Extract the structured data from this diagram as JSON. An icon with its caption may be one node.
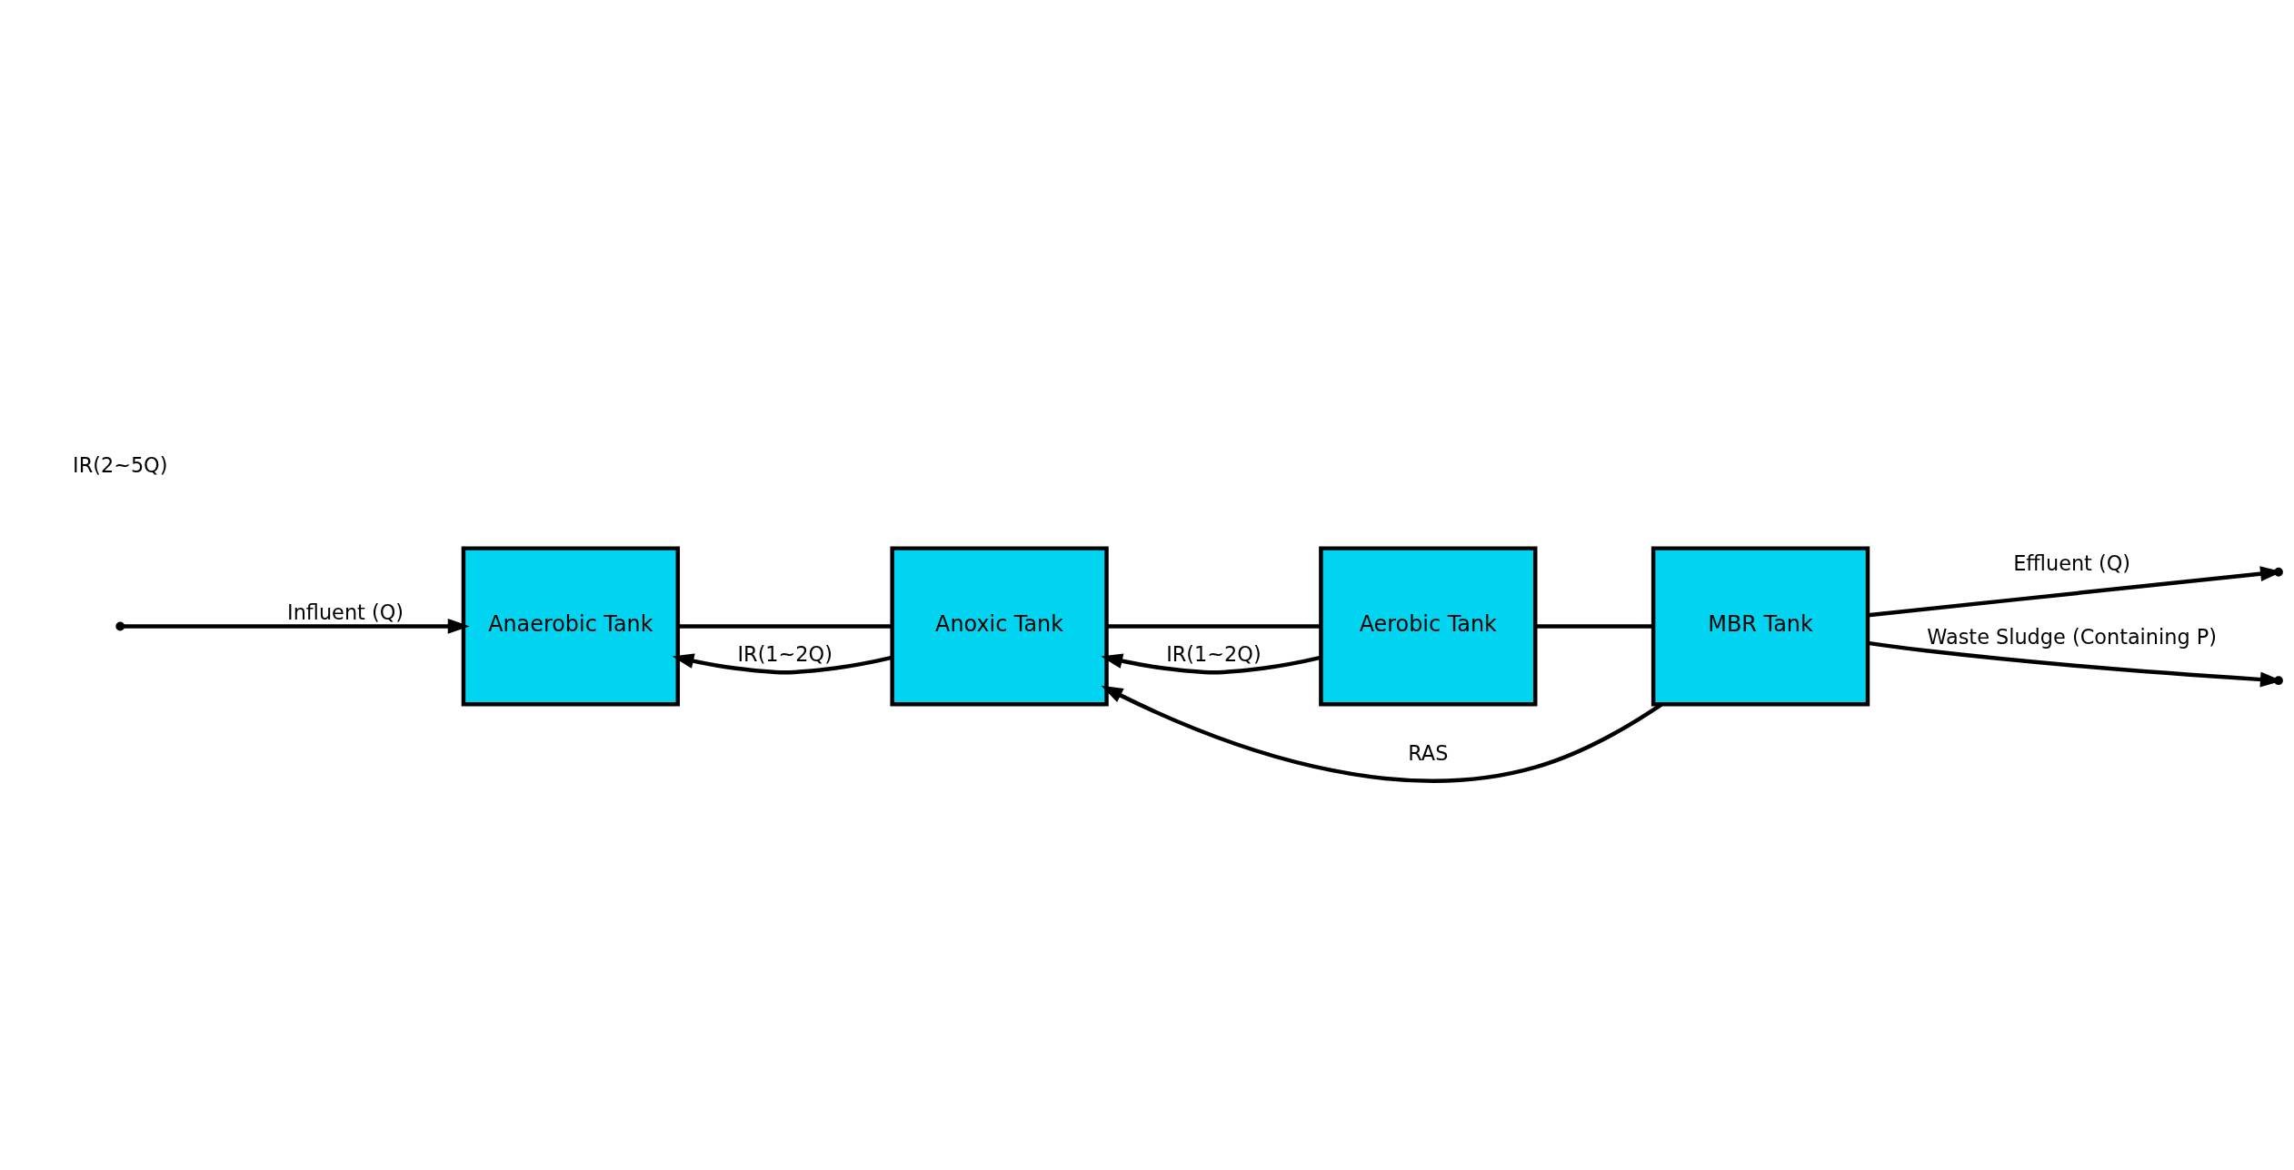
{
  "diagram": {
    "nodes": [
      {
        "text": [
          "Anaerobic Tank"
        ]
      },
      {
        "text": [
          "Anoxic Tank"
        ]
      },
      {
        "text": [
          "Aerobic Tank"
        ]
      },
      {
        "text": [
          "MBR Tank"
        ]
      }
    ],
    "edges": [
      {
        "from": null,
        "to": 0,
        "arrow": "to",
        "label": "Influent (Q)"
      },
      {
        "from": 0,
        "to": 1,
        "arrow": "none"
      },
      {
        "from": 1,
        "to": 2,
        "arrow": "none"
      },
      {
        "from": 2,
        "to": 3,
        "arrow": "none"
      },
      {
        "from": 1,
        "to": 0,
        "arrow": "to",
        "label": "IR(1~2Q)"
      },
      {
        "from": 2,
        "to": 1,
        "arrow": "to",
        "label": "IR(1~2Q)"
      },
      {
        "from": 3,
        "to": 1,
        "arrow": "to",
        "label": "RAS"
      },
      {
        "from": 3,
        "to": null,
        "arrow": "to",
        "label": "Effluent (Q)"
      },
      {
        "from": 3,
        "to": null,
        "arrow": "to",
        "label": "Waste Sludge (Containing P)"
      }
    ],
    "labels": [
      "IR(2~5Q)"
    ]
  }
}
